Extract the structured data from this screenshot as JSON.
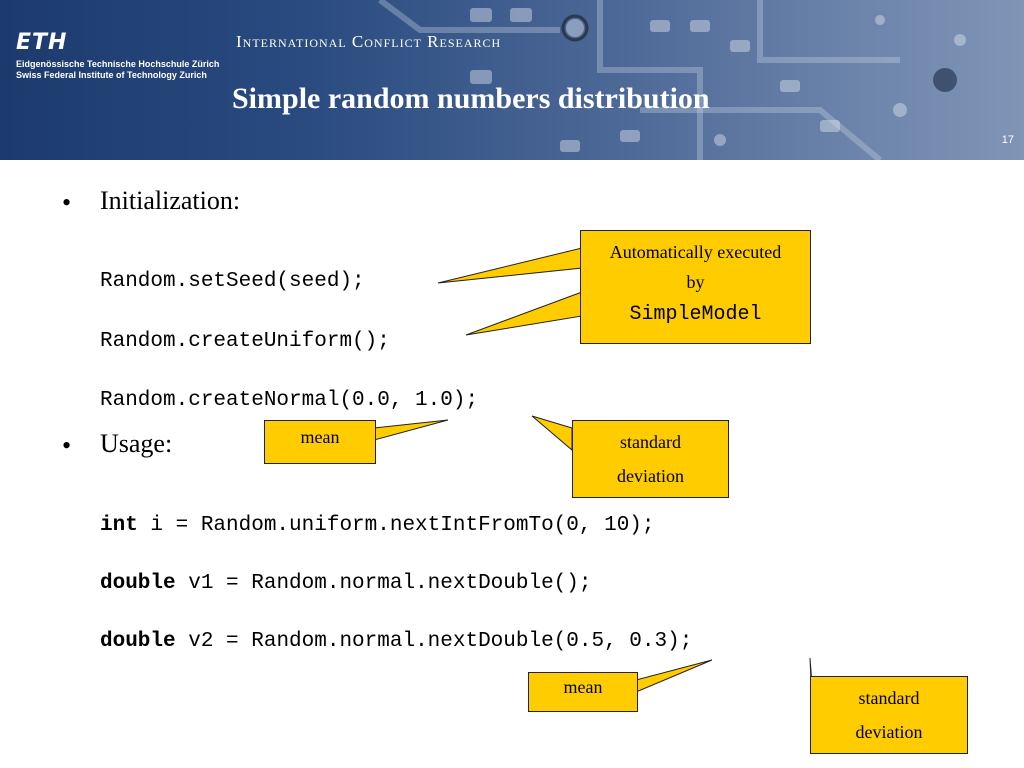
{
  "header": {
    "logo": "ETH",
    "logo_line1": "Eidgenössische Technische Hochschule Zürich",
    "logo_line2": "Swiss Federal Institute of Technology Zurich",
    "org": "International Conflict Research",
    "title": "Simple random numbers distribution",
    "page": "17"
  },
  "bullets": {
    "init": "Initialization:",
    "usage": "Usage:",
    "marker": "•"
  },
  "code": {
    "init1": "Random.setSeed(seed);",
    "init2": "Random.createUniform();",
    "init3": "Random.createNormal(0.0, 1.0);",
    "use1_kw": "int",
    "use1_rest": " i = Random.uniform.nextIntFromTo(0, 10);",
    "use2_kw": "double",
    "use2_rest": " v1 = Random.normal.nextDouble();",
    "use3_kw": "double",
    "use3_rest": " v2 = Random.normal.nextDouble(0.5, 0.3);"
  },
  "callouts": {
    "auto_line1": "Automatically executed",
    "auto_line2": "by",
    "auto_line3": "SimpleModel",
    "mean1": "mean",
    "std1_line1": "standard",
    "std1_line2": "deviation",
    "mean2": "mean",
    "std2_line1": "standard",
    "std2_line2": "deviation"
  },
  "colors": {
    "callout_fill": "#ffcc00",
    "header_blue": "#2a4b80"
  }
}
